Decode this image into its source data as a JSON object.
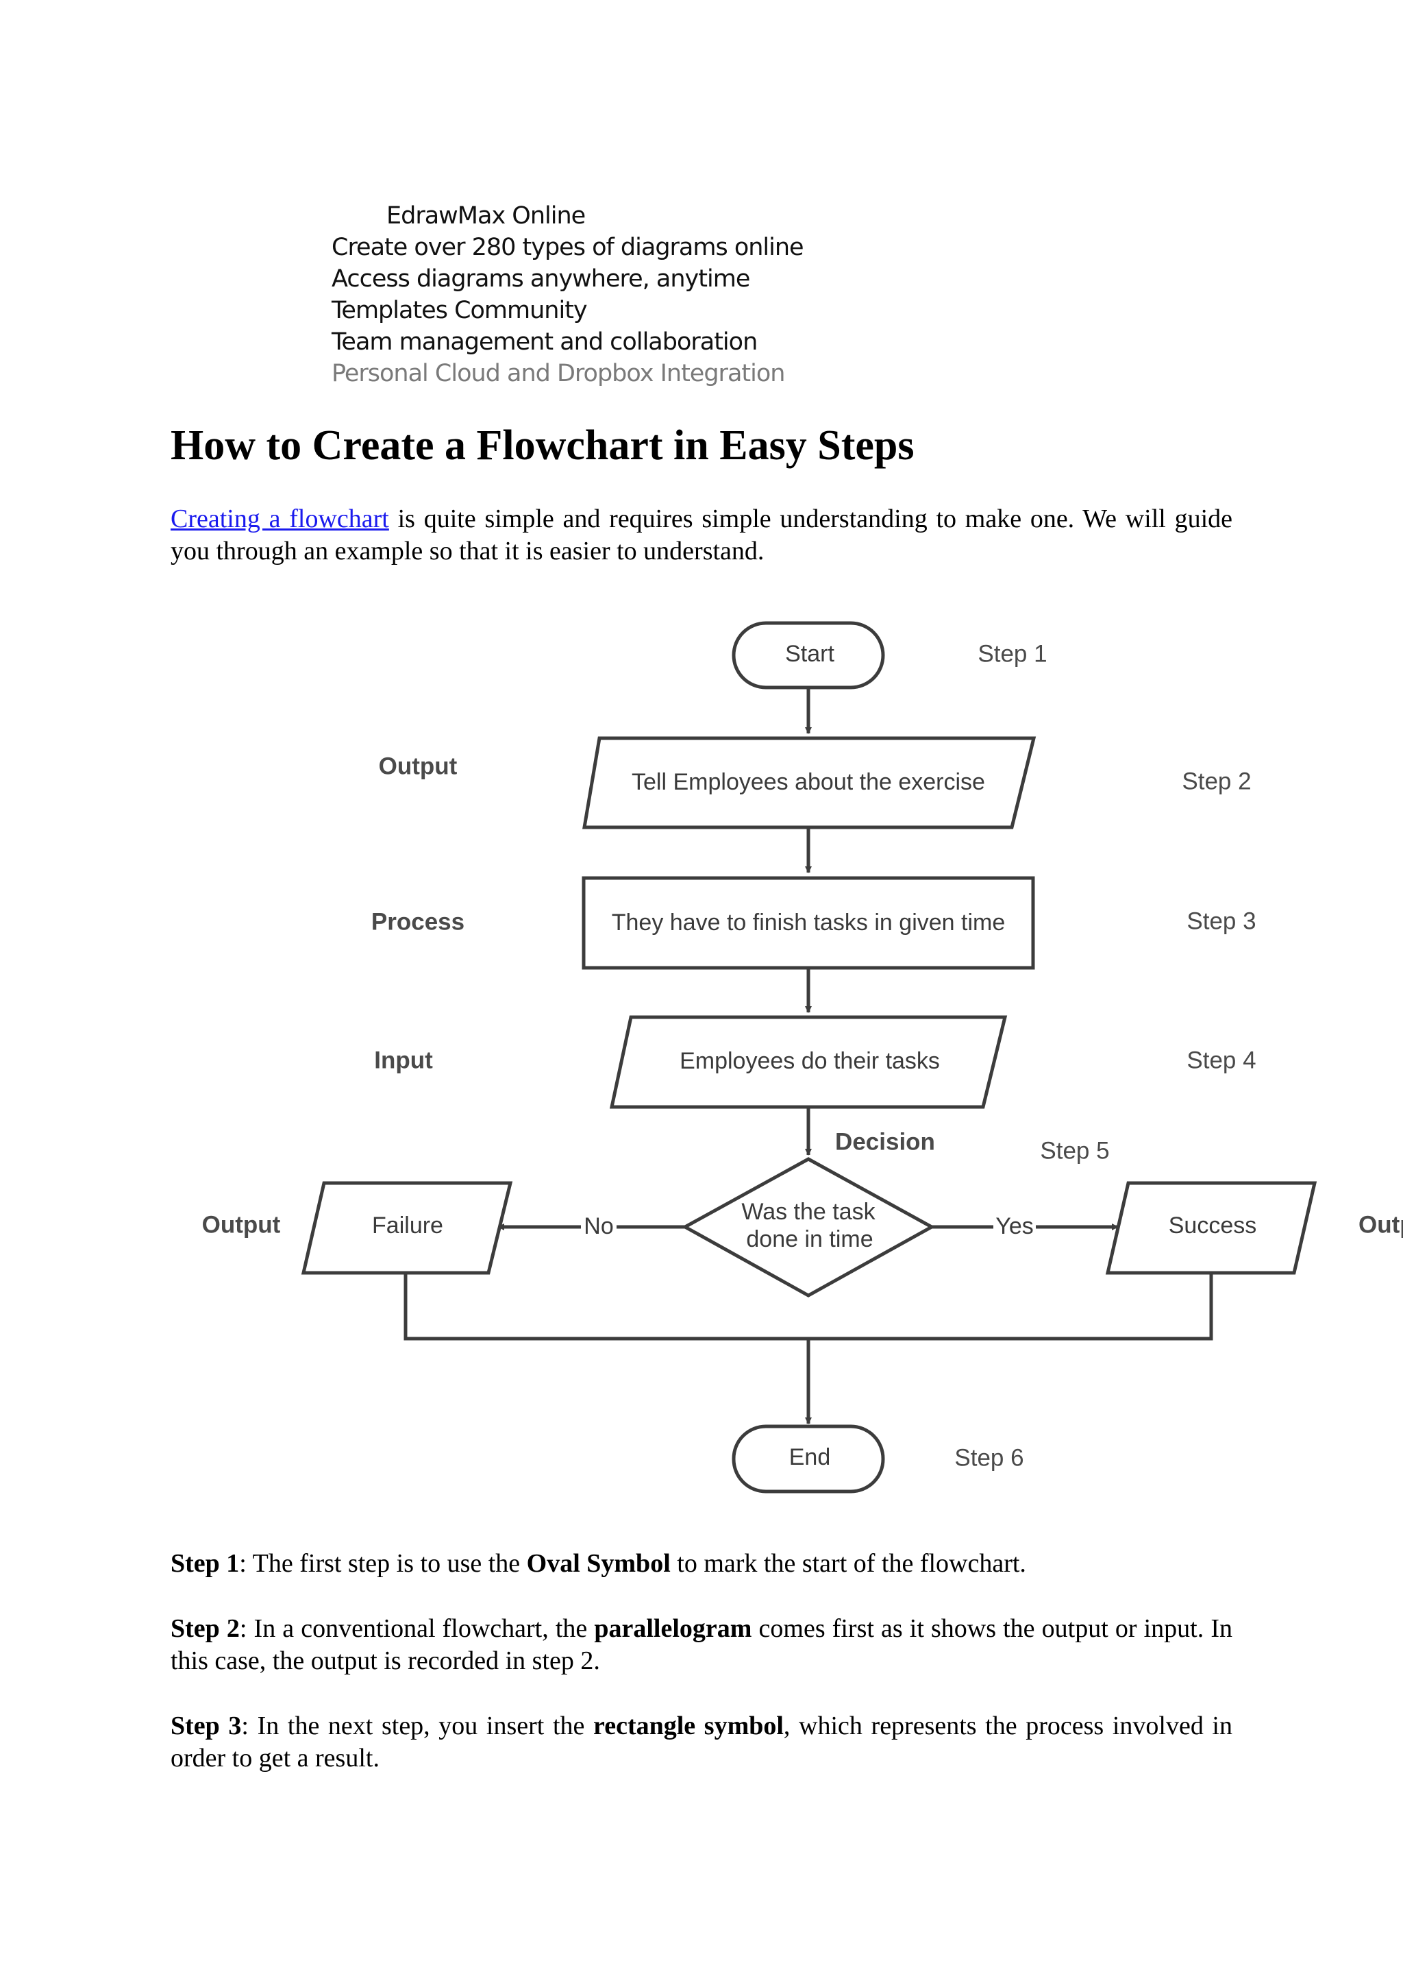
{
  "promo": {
    "lines": [
      "EdrawMax Online",
      "Create over 280 types of diagrams online",
      "Access diagrams anywhere, anytime",
      "Templates Community",
      "Team management and collaboration",
      "Personal Cloud and Dropbox Integration"
    ]
  },
  "title": "How to Create a Flowchart in Easy Steps",
  "intro": {
    "link_text": "Creating a flowchart",
    "rest": " is quite simple and requires simple understanding to make one. We will guide you through an example so that it is easier to understand."
  },
  "flowchart": {
    "nodes": {
      "start": "Start",
      "tell": "Tell Employees about the exercise",
      "finish": "They have to finish tasks in given time",
      "do": "Employees do their tasks",
      "decision_line1": "Was the task",
      "decision_line2": "done in time",
      "failure": "Failure",
      "success": "Success",
      "end": "End"
    },
    "edges": {
      "no": "No",
      "yes": "Yes"
    },
    "side_labels": {
      "output_top": "Output",
      "process": "Process",
      "input": "Input",
      "decision": "Decision",
      "output_left": "Output",
      "output_right": "Output"
    },
    "steps": {
      "s1": "Step 1",
      "s2": "Step 2",
      "s3": "Step 3",
      "s4": "Step 4",
      "s5": "Step 5",
      "s6": "Step 6"
    }
  },
  "steps_text": {
    "step1": {
      "label": "Step 1",
      "pre": ": The first step is to use the ",
      "bold": "Oval Symbol",
      "post": " to mark the start of the flowchart."
    },
    "step2": {
      "label": "Step 2",
      "pre": ": In a conventional flowchart, the ",
      "bold": "parallelogram",
      "post": " comes first as it shows the output or input. In this case, the output is recorded in step 2."
    },
    "step3": {
      "label": "Step 3",
      "pre": ": In the next step, you insert the ",
      "bold": "rectangle symbol",
      "post": ", which represents the process involved in order to get a result."
    }
  }
}
